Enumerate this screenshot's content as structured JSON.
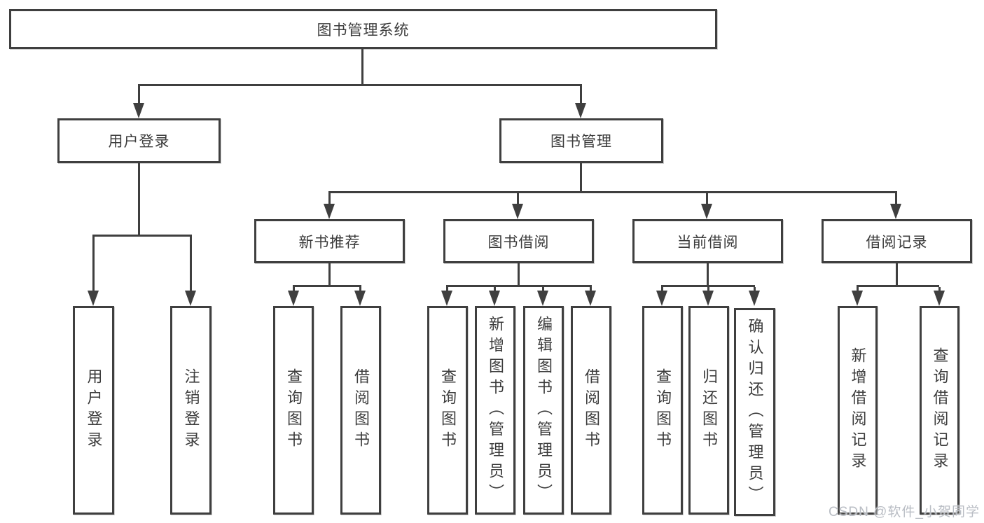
{
  "diagram": {
    "root": {
      "label": "图书管理系统"
    },
    "user_login": {
      "label": "用户登录",
      "children": [
        {
          "label": "用户登录"
        },
        {
          "label": "注销登录"
        }
      ]
    },
    "book_mgmt": {
      "label": "图书管理"
    },
    "sections": [
      {
        "label": "新书推荐",
        "children": [
          {
            "label": "查询图书"
          },
          {
            "label": "借阅图书"
          }
        ]
      },
      {
        "label": "图书借阅",
        "children": [
          {
            "label": "查询图书"
          },
          {
            "label": "新增图书（管理员）"
          },
          {
            "label": "编辑图书（管理员）"
          },
          {
            "label": "借阅图书"
          }
        ]
      },
      {
        "label": "当前借阅",
        "children": [
          {
            "label": "查询图书"
          },
          {
            "label": "归还图书"
          },
          {
            "label": "确认归还（管理员）"
          }
        ]
      },
      {
        "label": "借阅记录",
        "children": [
          {
            "label": "新增借阅记录"
          },
          {
            "label": "查询借阅记录"
          }
        ]
      }
    ],
    "watermark": "CSDN @软件_小贺同学",
    "colors": {
      "line": "#3f3f3f",
      "text": "#3c3c3c",
      "watermark": "#b9bdc4",
      "background": "#ffffff"
    }
  }
}
